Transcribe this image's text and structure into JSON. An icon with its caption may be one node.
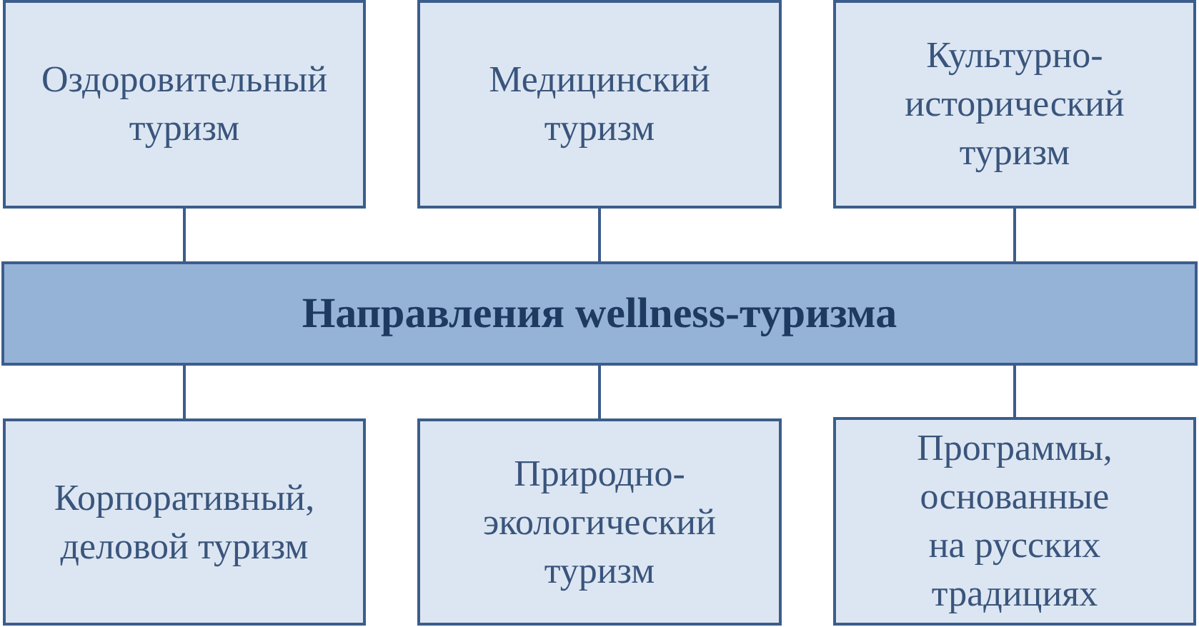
{
  "diagram": {
    "nodes": [
      {
        "text": [
          "Оздоровительный туризм"
        ]
      },
      {
        "text": [
          "Медицинский туризм"
        ]
      },
      {
        "text": [
          "Культурно-исторический туризм"
        ]
      },
      {
        "text": [
          "Направления wellness-туризма"
        ]
      },
      {
        "text": [
          "Корпоративный, деловой туризм"
        ]
      },
      {
        "text": [
          "Природно-экологический туризм"
        ]
      },
      {
        "text": [
          "Программы, основанные на русских традициях"
        ]
      }
    ],
    "edges": [
      {
        "from": 0,
        "to": 3,
        "arrow": "none"
      },
      {
        "from": 1,
        "to": 3,
        "arrow": "none"
      },
      {
        "from": 2,
        "to": 3,
        "arrow": "none"
      },
      {
        "from": 3,
        "to": 4,
        "arrow": "none"
      },
      {
        "from": 3,
        "to": 5,
        "arrow": "none"
      },
      {
        "from": 3,
        "to": 6,
        "arrow": "none"
      }
    ]
  }
}
